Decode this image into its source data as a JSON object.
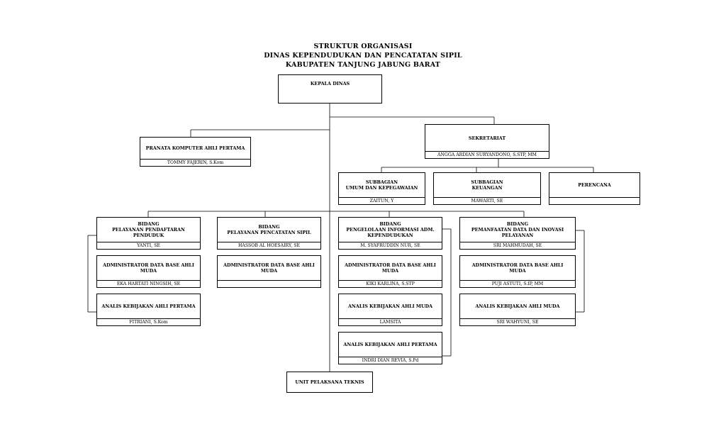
{
  "header": {
    "line1": "STRUKTUR ORGANISASI",
    "line2": "DINAS KEPENDUDUKAN DAN PENCATATAN SIPIL",
    "line3": "KABUPATEN TANJUNG JABUNG BARAT"
  },
  "top": {
    "kepala": {
      "title": "KEPALA DINAS"
    },
    "pranata": {
      "title": "PRANATA KOMPUTER AHLI PERTAMA",
      "name": "TOMMY FAJERIN, S.Kom"
    },
    "sekretariat": {
      "title": "SEKRETARIAT",
      "name": "ANGGA ARDIAN SURYANDONO, S.STP, MM"
    }
  },
  "subbagian": [
    {
      "title": "SUBBAGIAN\nUMUM DAN KEPEGAWAIAN",
      "name": "ZAITUN, Y"
    },
    {
      "title": "SUBBAGIAN\nKEUANGAN",
      "name": "MAWARTI, SE"
    },
    {
      "title": "PERENCANA",
      "name": ""
    }
  ],
  "bidang": [
    {
      "title": "BIDANG\nPELAYANAN PENDAFTARAN\nPENDUDUK",
      "name": "YANTI, SE",
      "staff": [
        {
          "title": "ADMINISTRATOR DATA BASE AHLI\nMUDA",
          "name": "EKA HARTATI NINGSIH, SE"
        },
        {
          "title": "ANALIS KEBIJAKAN AHLI PERTAMA",
          "name": "FITRIANI, S.Kom"
        }
      ]
    },
    {
      "title": "BIDANG\nPELAYANAN PENCATATAN SIPIL",
      "name": "HASSOB AL HOESAIRY, SE",
      "staff": [
        {
          "title": "ADMINISTRATOR DATA BASE AHLI\nMUDA",
          "name": ""
        }
      ]
    },
    {
      "title": "BIDANG\nPENGELOLAAN INFORMASI ADM.\nKEPENDUDUKAN",
      "name": "M. SYAFRUDDIN NUR, SE",
      "staff": [
        {
          "title": "ADMINISTRATOR DATA BASE AHLI\nMUDA",
          "name": "KIKI KARLINA, S.STP"
        },
        {
          "title": "ANALIS KEBIJAKAN AHLI MUDA",
          "name": "LAMSITA"
        },
        {
          "title": "ANALIS KEBIJAKAN AHLI PERTAMA",
          "name": "INDRI DIAN REVIA, S.Pd"
        }
      ]
    },
    {
      "title": "BIDANG\nPEMANFAATAN DATA DAN INOVASI\nPELAYANAN",
      "name": "SRI MAHMUDAH, SE",
      "staff": [
        {
          "title": "ADMINISTRATOR DATA BASE AHLI\nMUDA",
          "name": "PUJI ASTUTI, S.IP, MM"
        },
        {
          "title": "ANALIS KEBIJAKAN AHLI MUDA",
          "name": "SRI WAHYUNI, SE"
        }
      ]
    }
  ],
  "upt": {
    "title": "UNIT PELAKSANA TEKNIS"
  }
}
